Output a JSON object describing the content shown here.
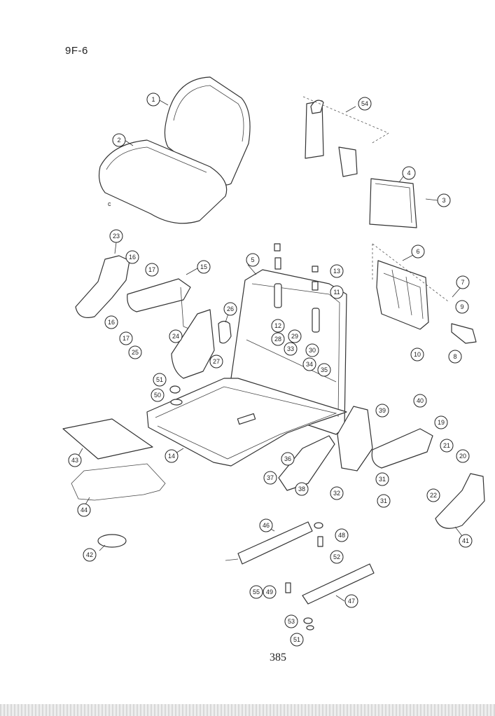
{
  "header": {
    "section": "9F-6"
  },
  "footer": {
    "page_number": "385"
  },
  "diagram": {
    "callouts": [
      {
        "id": "c1",
        "label": "1"
      },
      {
        "id": "c2",
        "label": "2"
      },
      {
        "id": "c3",
        "label": "3"
      },
      {
        "id": "c4",
        "label": "4"
      },
      {
        "id": "c5",
        "label": "5"
      },
      {
        "id": "c6",
        "label": "6"
      },
      {
        "id": "c7",
        "label": "7"
      },
      {
        "id": "c8",
        "label": "8"
      },
      {
        "id": "c9",
        "label": "9"
      },
      {
        "id": "c10",
        "label": "10"
      },
      {
        "id": "c11",
        "label": "11"
      },
      {
        "id": "c12",
        "label": "12"
      },
      {
        "id": "c13",
        "label": "13"
      },
      {
        "id": "c14",
        "label": "14"
      },
      {
        "id": "c15",
        "label": "15"
      },
      {
        "id": "c16a",
        "label": "16"
      },
      {
        "id": "c16b",
        "label": "16"
      },
      {
        "id": "c17a",
        "label": "17"
      },
      {
        "id": "c17b",
        "label": "17"
      },
      {
        "id": "c19",
        "label": "19"
      },
      {
        "id": "c20",
        "label": "20"
      },
      {
        "id": "c21",
        "label": "21"
      },
      {
        "id": "c22",
        "label": "22"
      },
      {
        "id": "c23",
        "label": "23"
      },
      {
        "id": "c24",
        "label": "24"
      },
      {
        "id": "c25",
        "label": "25"
      },
      {
        "id": "c26",
        "label": "26"
      },
      {
        "id": "c27",
        "label": "27"
      },
      {
        "id": "c28",
        "label": "28"
      },
      {
        "id": "c29",
        "label": "29"
      },
      {
        "id": "c30",
        "label": "30"
      },
      {
        "id": "c31a",
        "label": "31"
      },
      {
        "id": "c31b",
        "label": "31"
      },
      {
        "id": "c32",
        "label": "32"
      },
      {
        "id": "c33",
        "label": "33"
      },
      {
        "id": "c34",
        "label": "34"
      },
      {
        "id": "c35",
        "label": "35"
      },
      {
        "id": "c36",
        "label": "36"
      },
      {
        "id": "c37",
        "label": "37"
      },
      {
        "id": "c38",
        "label": "38"
      },
      {
        "id": "c39",
        "label": "39"
      },
      {
        "id": "c40",
        "label": "40"
      },
      {
        "id": "c41",
        "label": "41"
      },
      {
        "id": "c42",
        "label": "42"
      },
      {
        "id": "c43",
        "label": "43"
      },
      {
        "id": "c44",
        "label": "44"
      },
      {
        "id": "c46",
        "label": "46"
      },
      {
        "id": "c47",
        "label": "47"
      },
      {
        "id": "c48",
        "label": "48"
      },
      {
        "id": "c49",
        "label": "49"
      },
      {
        "id": "c50",
        "label": "50"
      },
      {
        "id": "c51a",
        "label": "51"
      },
      {
        "id": "c51b",
        "label": "51"
      },
      {
        "id": "c52",
        "label": "52"
      },
      {
        "id": "c53",
        "label": "53"
      },
      {
        "id": "c54",
        "label": "54"
      },
      {
        "id": "c55",
        "label": "55"
      }
    ]
  }
}
